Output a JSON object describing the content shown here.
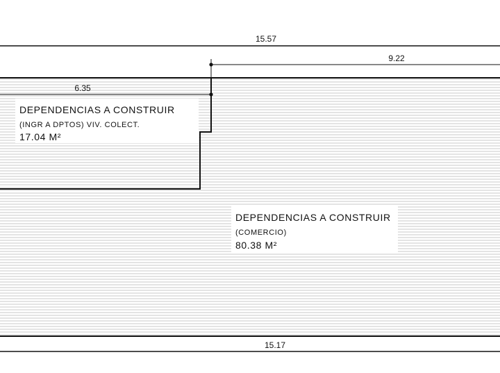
{
  "plan": {
    "dimensions": {
      "top_overall": "15.57",
      "top_right": "9.22",
      "upper_left": "6.35",
      "bottom_overall": "15.17"
    },
    "area_upper": {
      "line1": "DEPENDENCIAS A CONSTRUIR",
      "line2": "(INGR A DPTOS) VIV. COLECT.",
      "area": "17.04 M²"
    },
    "area_lower": {
      "line1": "DEPENDENCIAS A CONSTRUIR",
      "line2": "(COMERCIO)",
      "area": "80.38 M²"
    }
  }
}
